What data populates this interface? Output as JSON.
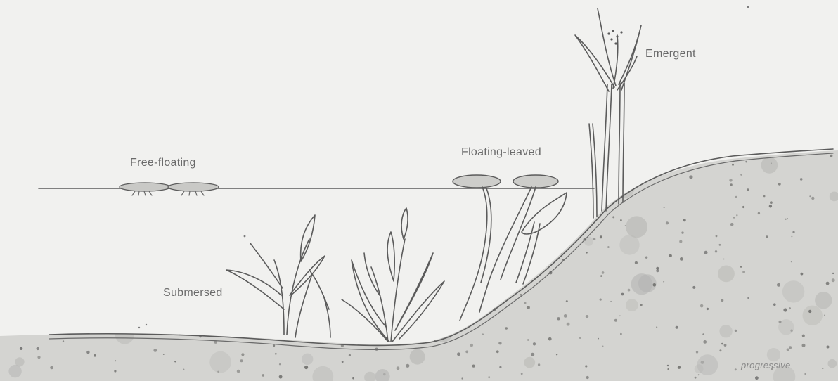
{
  "labels": {
    "free_floating": "Free-floating",
    "floating_leaved": "Floating-leaved",
    "emergent": "Emergent",
    "submersed": "Submersed",
    "credit": "progressive"
  },
  "colors": {
    "background": "#f1f1ef",
    "ink": "#5b5b5b",
    "sediment": "#cfcfcc",
    "sediment_dark": "#b5b5b2"
  }
}
